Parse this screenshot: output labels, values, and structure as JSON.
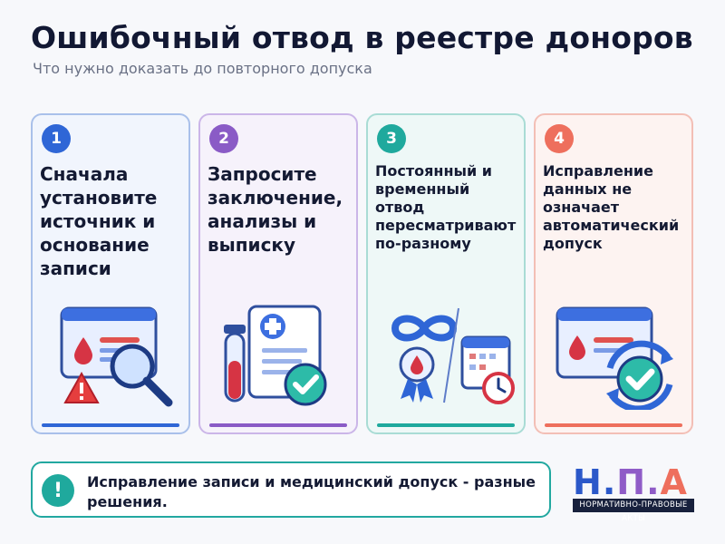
{
  "header": {
    "title": "Ошибочный отвод в реестре доноров",
    "subtitle": "Что нужно доказать до повторного допуска"
  },
  "steps": [
    {
      "number": "1",
      "text": "Сначала установите источник и основание записи",
      "accent": "#2f66d6",
      "border": "#a9c0ea",
      "bg": "#f1f5fd",
      "icon": "magnifier-record-icon"
    },
    {
      "number": "2",
      "text": "Запросите заключение, анализы и выписку",
      "accent": "#8a5bc6",
      "border": "#cbb6e8",
      "bg": "#f6f2fb",
      "icon": "blood-tube-document-icon"
    },
    {
      "number": "3",
      "text": "Постоянный и временный отвод пересматривают по-разному",
      "accent": "#1fa99d",
      "border": "#a9dcd5",
      "bg": "#eef8f7",
      "icon": "infinity-calendar-icon"
    },
    {
      "number": "4",
      "text": "Исправление данных не означает автоматический допуск",
      "accent": "#ee6f5d",
      "border": "#f3bfb6",
      "bg": "#fdf3f1",
      "icon": "refresh-check-icon"
    }
  ],
  "note": {
    "icon": "exclamation-icon",
    "mark": "!",
    "text": "Исправление записи и медицинский допуск - разные решения."
  },
  "logo": {
    "letters": [
      "Н",
      ".",
      "П",
      ".",
      "А"
    ],
    "band": "НОРМАТИВНО-ПРАВОВЫЕ АКТЫ"
  }
}
